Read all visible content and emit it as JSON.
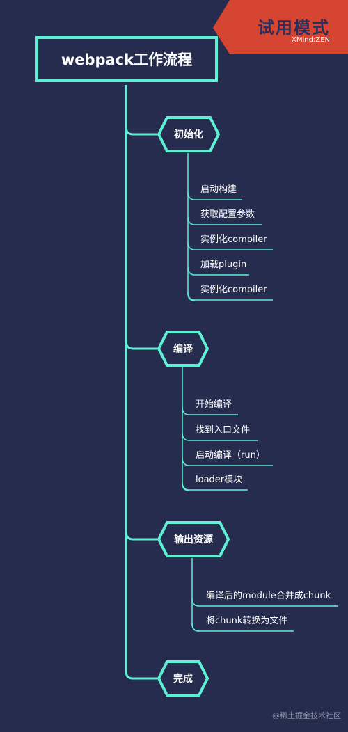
{
  "root": {
    "title": "webpack工作流程"
  },
  "colors": {
    "background": "#252c4d",
    "line": "#5ef0d5",
    "badge": "#d64532",
    "text": "#ffffff"
  },
  "trial_badge": {
    "title": "试用模式",
    "brand": "XMind:ZEN"
  },
  "branches": [
    {
      "label": "初始化",
      "items": [
        "启动构建",
        "获取配置参数",
        "实例化compiler",
        "加载plugin",
        "实例化compiler"
      ]
    },
    {
      "label": "编译",
      "items": [
        "开始编译",
        "找到入口文件",
        "启动编译（run）",
        "loader模块"
      ]
    },
    {
      "label": "输出资源",
      "items": [
        "编译后的module合并成chunk",
        "将chunk转换为文件"
      ]
    },
    {
      "label": "完成",
      "items": []
    }
  ],
  "watermark": "@稀土掘金技术社区"
}
